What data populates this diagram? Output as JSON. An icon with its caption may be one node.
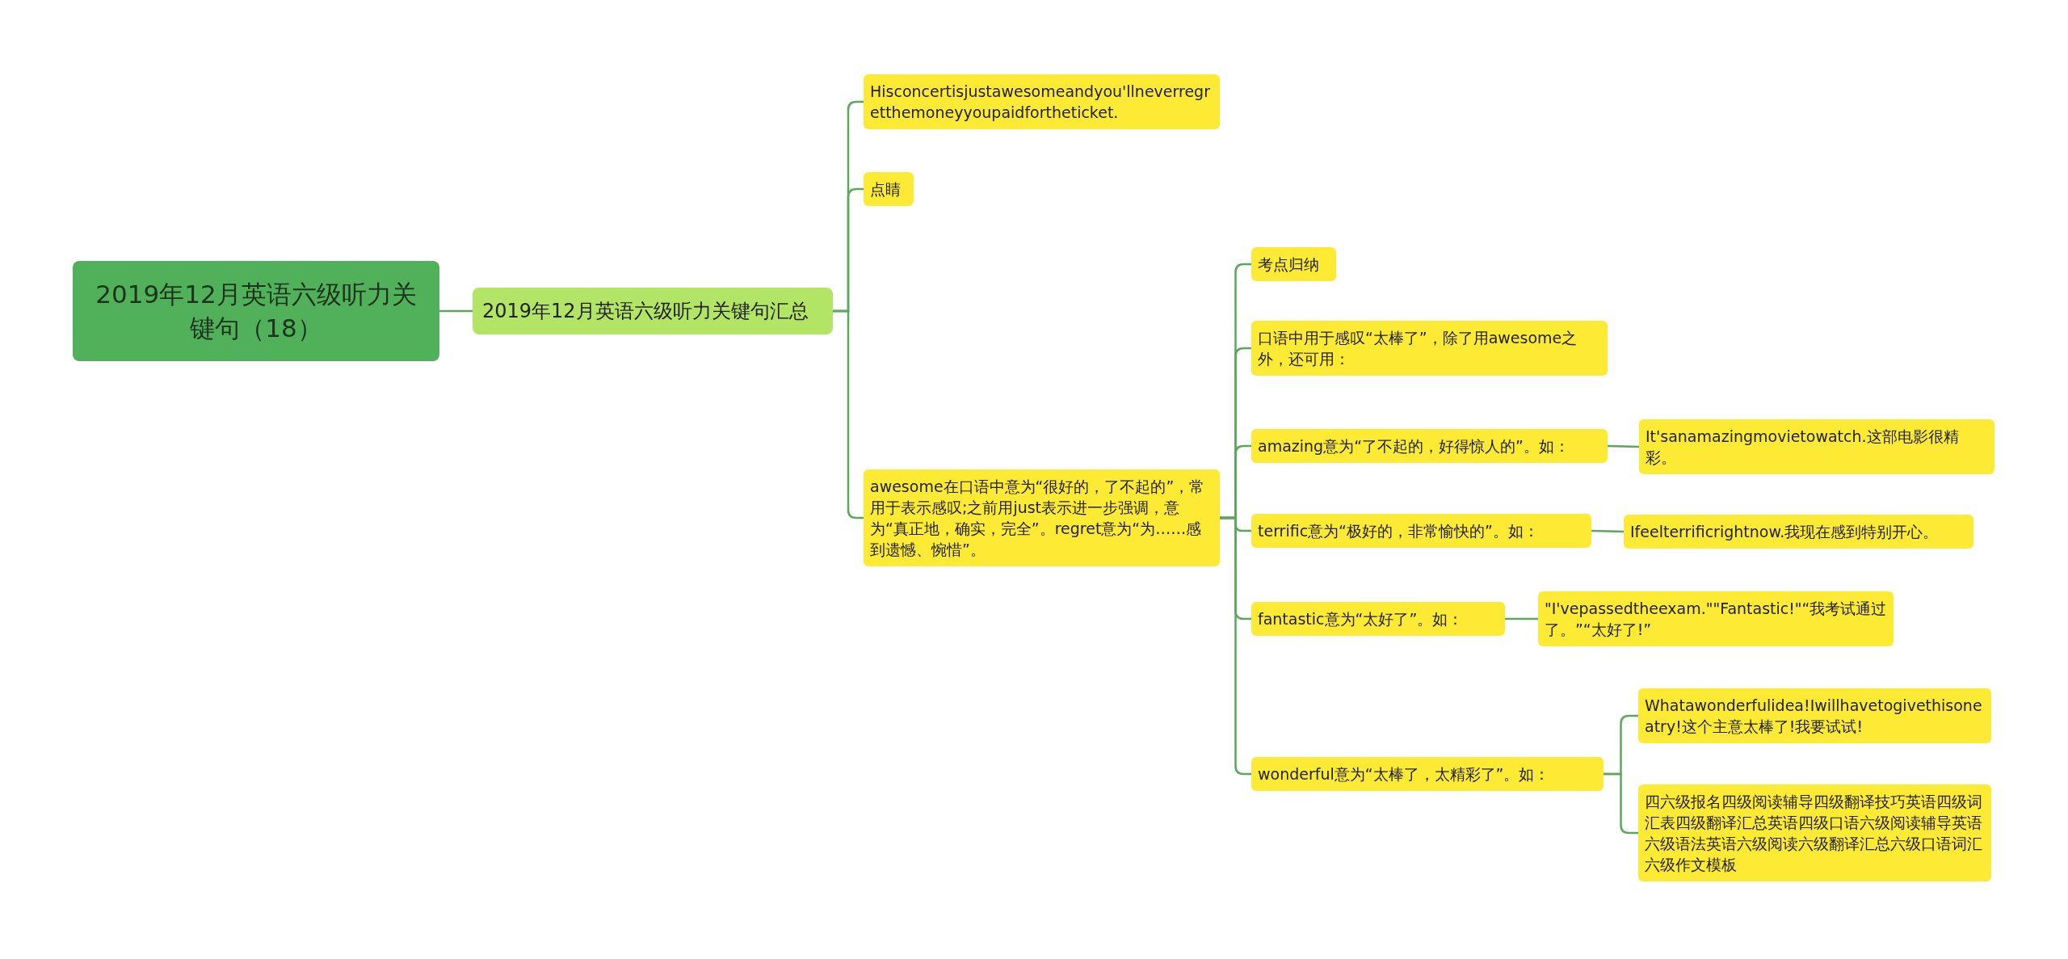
{
  "diagram": {
    "nodes": [
      {
        "text": [
          "2019年12月英语六级听力关键句（18）"
        ]
      },
      {
        "text": [
          "2019年12月英语六级听力关键句汇总"
        ]
      },
      {
        "text": [
          "Hisconcertisjustawesomeandyou'llneverregretthemoneyyoupaidfortheticket."
        ]
      },
      {
        "text": [
          "点睛"
        ]
      },
      {
        "text": [
          "awesome在口语中意为“很好的，了不起的”，常用于表示感叹;之前用just表示进一步强调，意为“真正地，确实，完全”。regret意为“为……感到遗憾、惋惜”。"
        ]
      },
      {
        "text": [
          "考点归纳"
        ]
      },
      {
        "text": [
          "口语中用于感叹“太棒了”，除了用awesome之外，还可用："
        ]
      },
      {
        "text": [
          "amazing意为“了不起的，好得惊人的”。如："
        ]
      },
      {
        "text": [
          "It'sanamazingmovietowatch.这部电影很精彩。"
        ]
      },
      {
        "text": [
          "terrific意为“极好的，非常愉快的”。如："
        ]
      },
      {
        "text": [
          "Ifeelterrificrightnow.我现在感到特别开心。"
        ]
      },
      {
        "text": [
          "fantastic意为“太好了”。如："
        ]
      },
      {
        "text": [
          "\"I'vepassedtheexam.\"\"Fantastic!\"“我考试通过了。”“太好了!”"
        ]
      },
      {
        "text": [
          "wonderful意为“太棒了，太精彩了”。如："
        ]
      },
      {
        "text": [
          "Whatawonderfulidea!Iwillhavetogivethisoneatry!这个主意太棒了!我要试试!"
        ]
      },
      {
        "text": [
          "四六级报名四级阅读辅导四级翻译技巧英语四级词汇表四级翻译汇总英语四级口语六级阅读辅导英语六级语法英语六级阅读六级翻译汇总六级口语词汇六级作文模板"
        ]
      }
    ],
    "edges": [
      {
        "from": 0,
        "to": 1,
        "arrow": "none"
      },
      {
        "from": 1,
        "to": 2,
        "arrow": "none"
      },
      {
        "from": 1,
        "to": 3,
        "arrow": "none"
      },
      {
        "from": 1,
        "to": 4,
        "arrow": "none"
      },
      {
        "from": 4,
        "to": 5,
        "arrow": "none"
      },
      {
        "from": 4,
        "to": 6,
        "arrow": "none"
      },
      {
        "from": 4,
        "to": 7,
        "arrow": "none"
      },
      {
        "from": 7,
        "to": 8,
        "arrow": "none"
      },
      {
        "from": 4,
        "to": 9,
        "arrow": "none"
      },
      {
        "from": 9,
        "to": 10,
        "arrow": "none"
      },
      {
        "from": 4,
        "to": 11,
        "arrow": "none"
      },
      {
        "from": 11,
        "to": 12,
        "arrow": "none"
      },
      {
        "from": 4,
        "to": 13,
        "arrow": "none"
      },
      {
        "from": 13,
        "to": 14,
        "arrow": "none"
      },
      {
        "from": 13,
        "to": 15,
        "arrow": "none"
      }
    ]
  }
}
